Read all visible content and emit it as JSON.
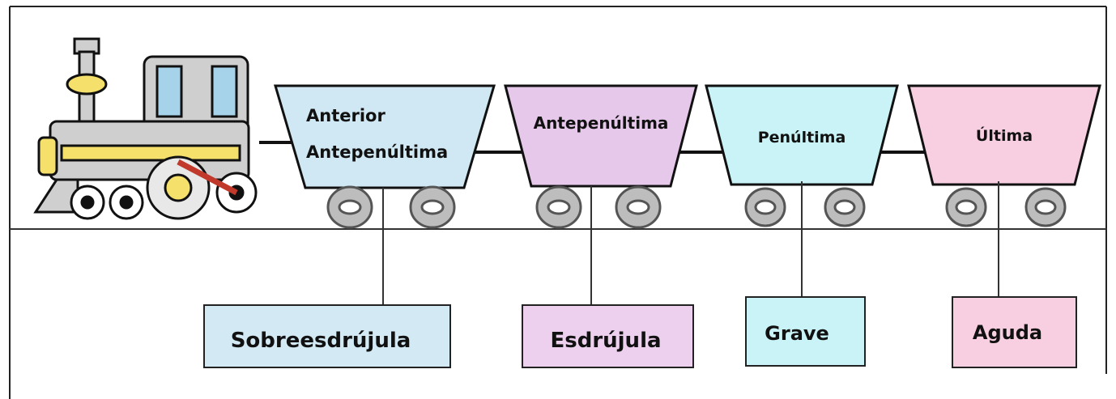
{
  "wagons": [
    {
      "line1": "Anterior",
      "line2": "Antepenúltima",
      "color": "#cfe8f3"
    },
    {
      "line1": "Antepenúltima",
      "line2": "",
      "color": "#e6c8ea"
    },
    {
      "line1": "Penúltima",
      "line2": "",
      "color": "#c9f3f6"
    },
    {
      "line1": "Última",
      "line2": "",
      "color": "#f8cfe0"
    }
  ],
  "boxes": [
    {
      "label": "Sobreesdrújula",
      "color": "#d3eaf5"
    },
    {
      "label": "Esdrújula",
      "color": "#ecd0ee"
    },
    {
      "label": "Grave",
      "color": "#c9f3f6"
    },
    {
      "label": "Aguda",
      "color": "#f8cfe0"
    }
  ],
  "locomotive": {
    "icon": "steam-locomotive-icon"
  }
}
